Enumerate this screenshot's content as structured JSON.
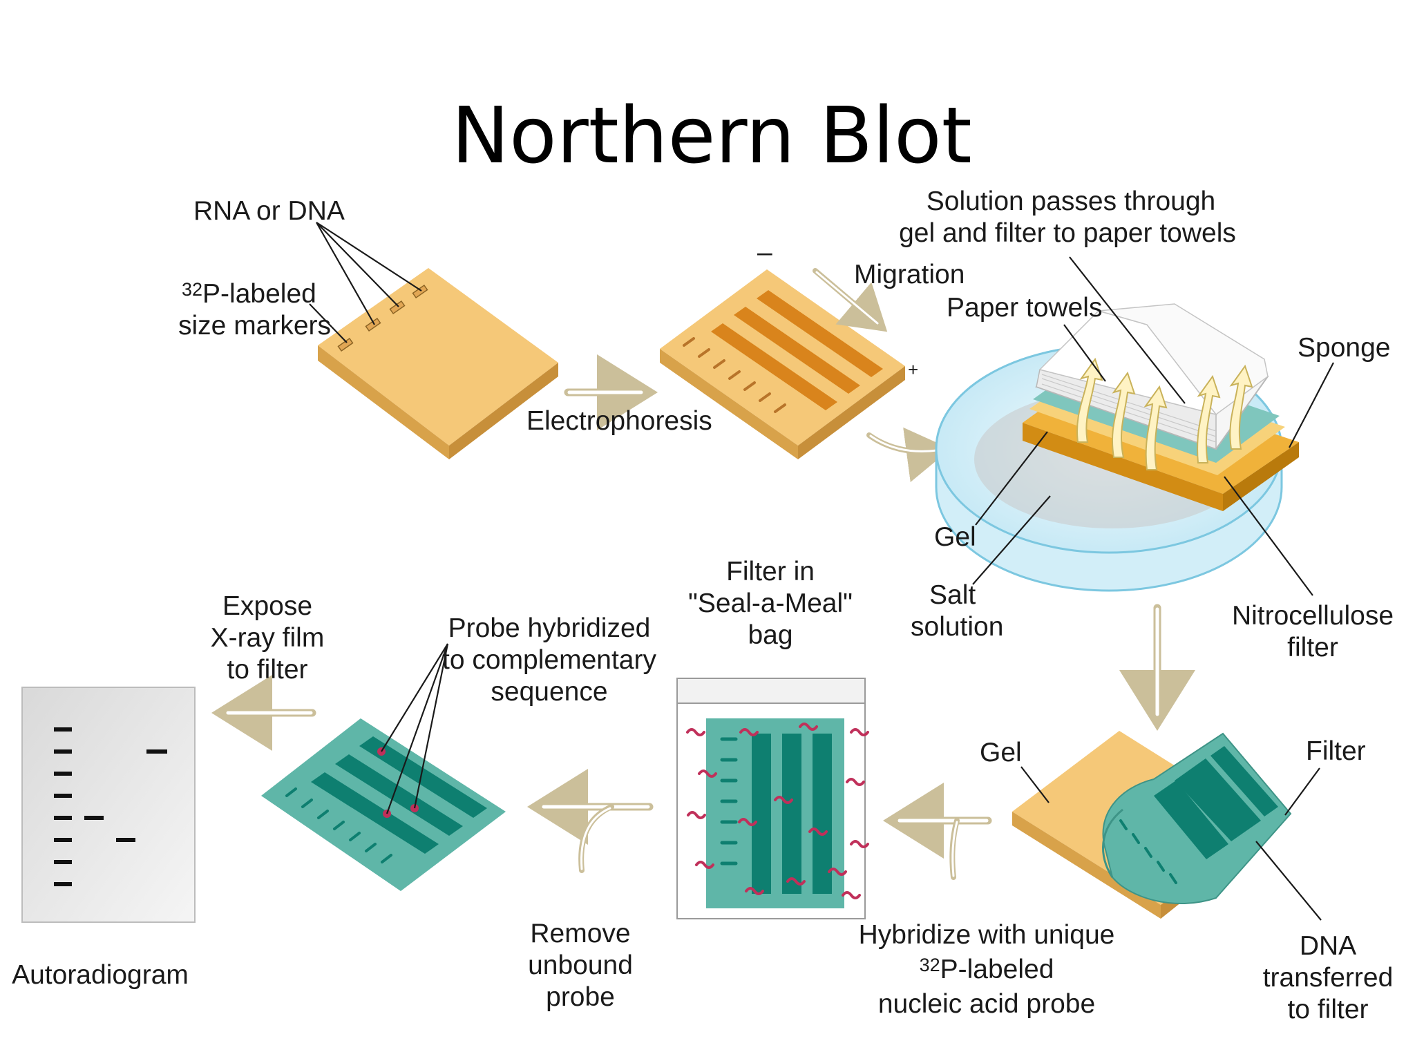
{
  "title": "Northern Blot",
  "labels": {
    "rna_or_dna": "RNA or DNA",
    "marker_sup": "32",
    "marker_line1": "P-labeled",
    "marker_line2": "size markers",
    "electrophoresis": "Electrophoresis",
    "minus": "–",
    "plus": "+",
    "migration": "Migration",
    "solution_line1": "Solution passes through",
    "solution_line2": "gel and filter to paper towels",
    "paper_towels": "Paper towels",
    "sponge": "Sponge",
    "gel_top": "Gel",
    "salt_line1": "Salt",
    "salt_line2": "solution",
    "nitro_line1": "Nitrocellulose",
    "nitro_line2": "filter",
    "gel_bottom": "Gel",
    "filter": "Filter",
    "dna_line1": "DNA",
    "dna_line2": "transferred",
    "dna_line3": "to filter",
    "hyb_line1": "Hybridize with unique",
    "hyb_sup": "32",
    "hyb_line2": "P-labeled",
    "hyb_line3": "nucleic acid probe",
    "bag_line1": "Filter in",
    "bag_line2": "\"Seal-a-Meal\"",
    "bag_line3": "bag",
    "remove_line1": "Remove",
    "remove_line2": "unbound",
    "remove_line3": "probe",
    "probe_line1": "Probe hybridized",
    "probe_line2": "to complementary",
    "probe_line3": "sequence",
    "expose_line1": "Expose",
    "expose_line2": "X-ray film",
    "expose_line3": "to filter",
    "autoradiogram": "Autoradiogram"
  },
  "colors": {
    "gel": "#f5c878",
    "gel_dark": "#d8a24a",
    "gel_band": "#d9841c",
    "filter": "#5fb6a8",
    "filter_band": "#0e7f70",
    "film": "#e6e6e6",
    "tray": "#d9f1fa",
    "arrow": "#cbbf9a"
  },
  "icons": {
    "flow_arrow": "right-arrow-icon",
    "probe": "squiggle-probe-icon"
  }
}
